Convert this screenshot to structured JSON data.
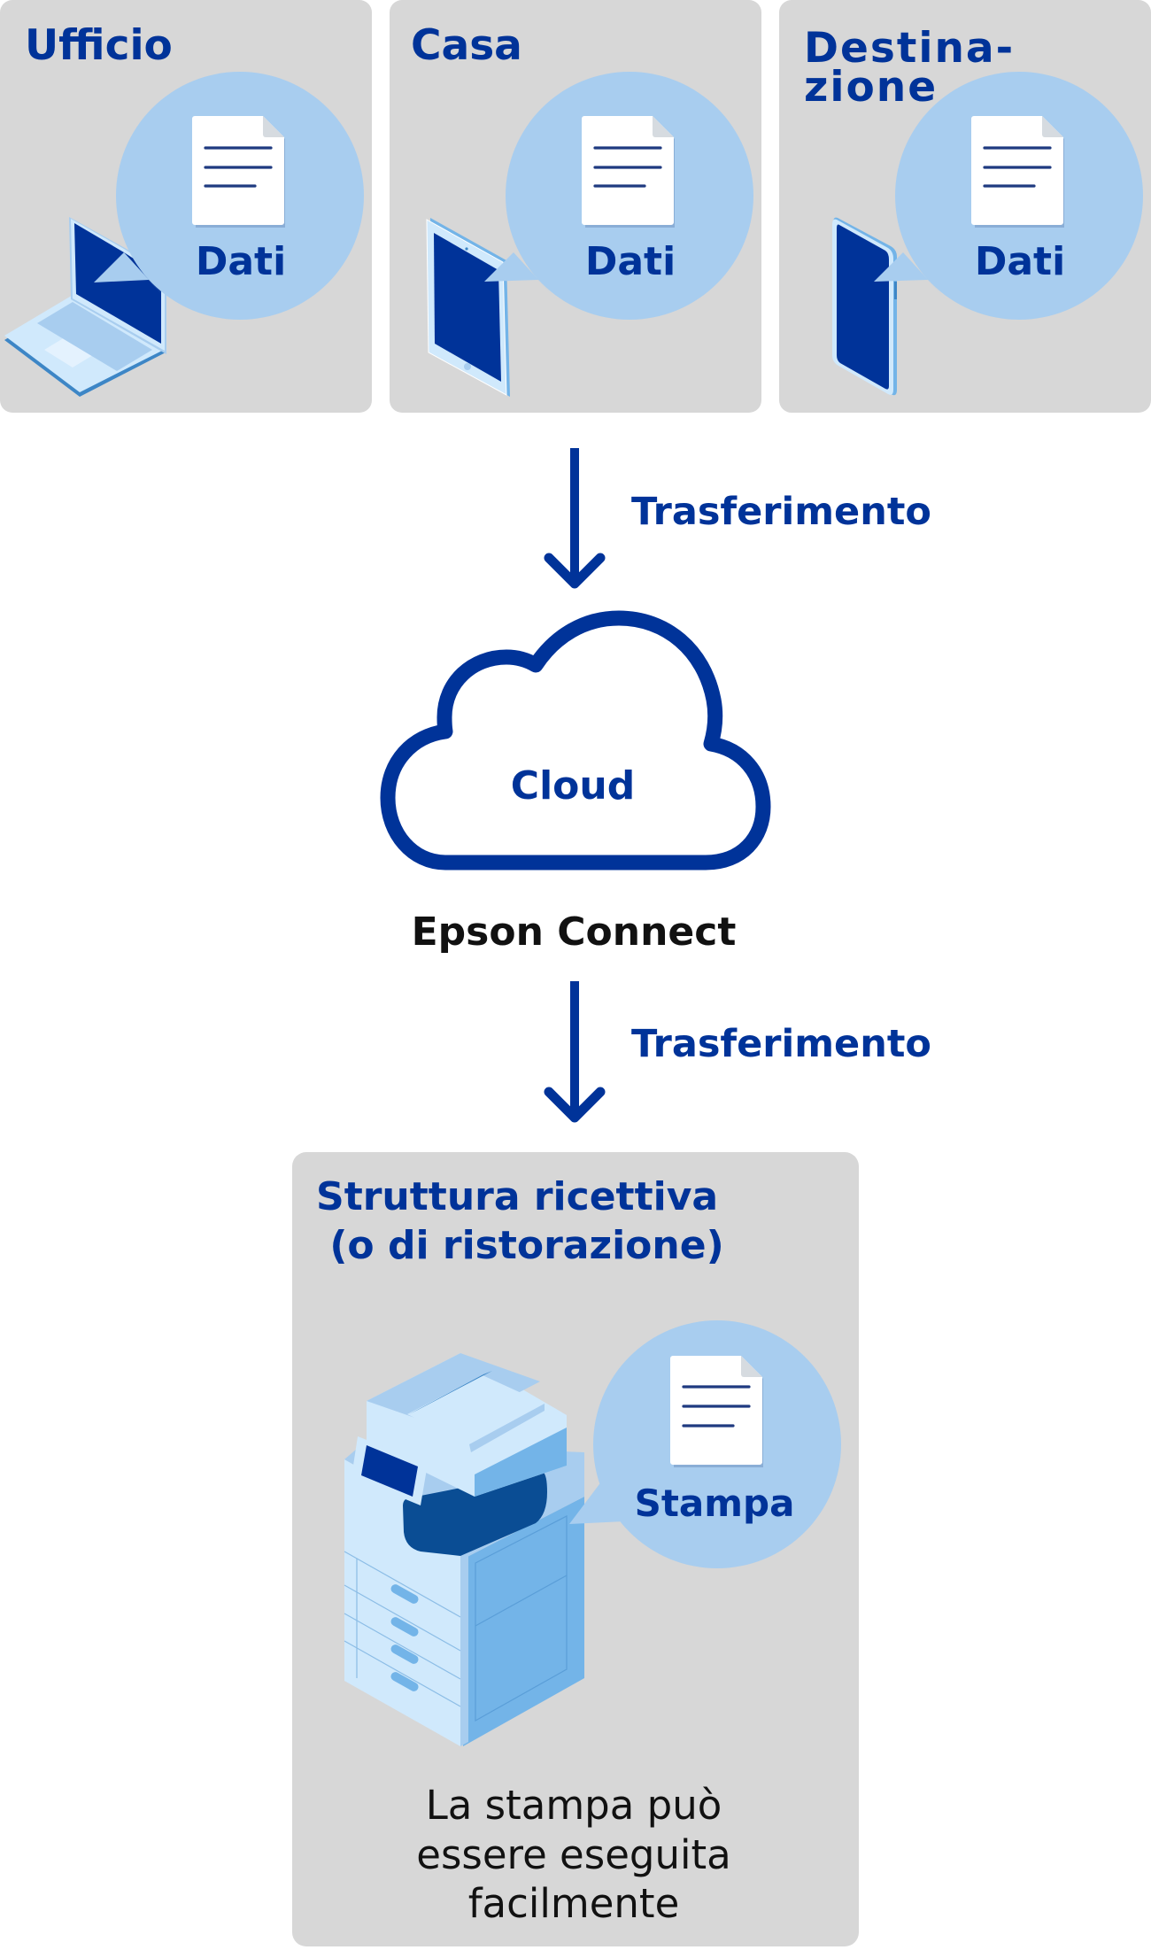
{
  "sources": [
    {
      "title_lines": [
        "Ufficio"
      ],
      "device": "laptop",
      "bubble_label": "Dati"
    },
    {
      "title_lines": [
        "Casa"
      ],
      "device": "tablet",
      "bubble_label": "Dati"
    },
    {
      "title_lines": [
        "Destina-",
        "zione"
      ],
      "device": "smartphone",
      "bubble_label": "Dati"
    }
  ],
  "flow": {
    "transfer_label_1": "Trasferimento",
    "cloud_label": "Cloud",
    "service_name": "Epson Connect",
    "transfer_label_2": "Trasferimento"
  },
  "destination": {
    "title_lines": [
      "Struttura ricettiva",
      " (o di ristorazione)"
    ],
    "device": "multifunction-printer",
    "bubble_label": "Stampa",
    "caption_lines": [
      "La stampa può",
      "essere eseguita",
      "facilmente"
    ]
  },
  "colors": {
    "brand_blue": "#003399",
    "panel_gray": "#d7d7d7",
    "bubble_blue": "#a8cdef",
    "screen_navy": "#003399",
    "device_light": "#d0e9fc",
    "device_mid": "#73b4e8",
    "doc_line": "#1f3a80"
  }
}
